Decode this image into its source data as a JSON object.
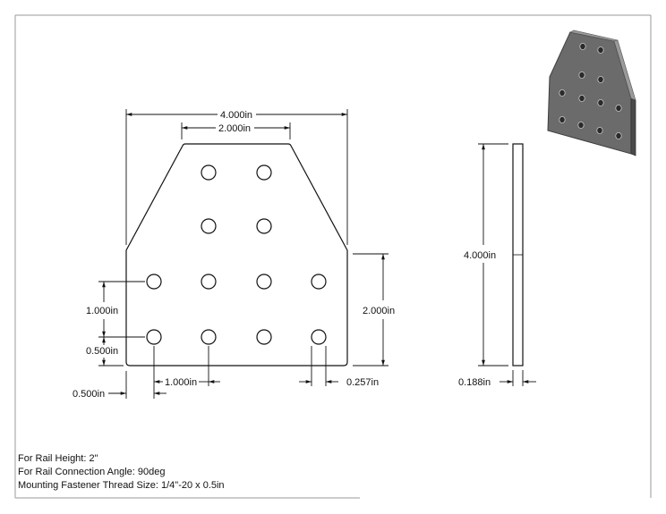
{
  "dimensions": {
    "overall_width": "4.000in",
    "top_width": "2.000in",
    "hole_pitch_vertical": "1.000in",
    "bottom_edge_to_hole": "0.500in",
    "right_straight_height": "2.000in",
    "left_edge_to_hole": "0.500in",
    "hole_pitch_horizontal": "1.000in",
    "hole_diameter": "0.257in",
    "side_height": "4.000in",
    "thickness": "0.188in"
  },
  "notes": {
    "line1": "For Rail Height: 2\"",
    "line2": "For Rail Connection Angle: 90deg",
    "line3": "Mounting Fastener Thread Size: 1/4\"-20 x 0.5in"
  },
  "colors": {
    "line": "#111111",
    "plate_iso_face": "#6b6b6b",
    "plate_iso_edge": "#3f3f3f"
  }
}
